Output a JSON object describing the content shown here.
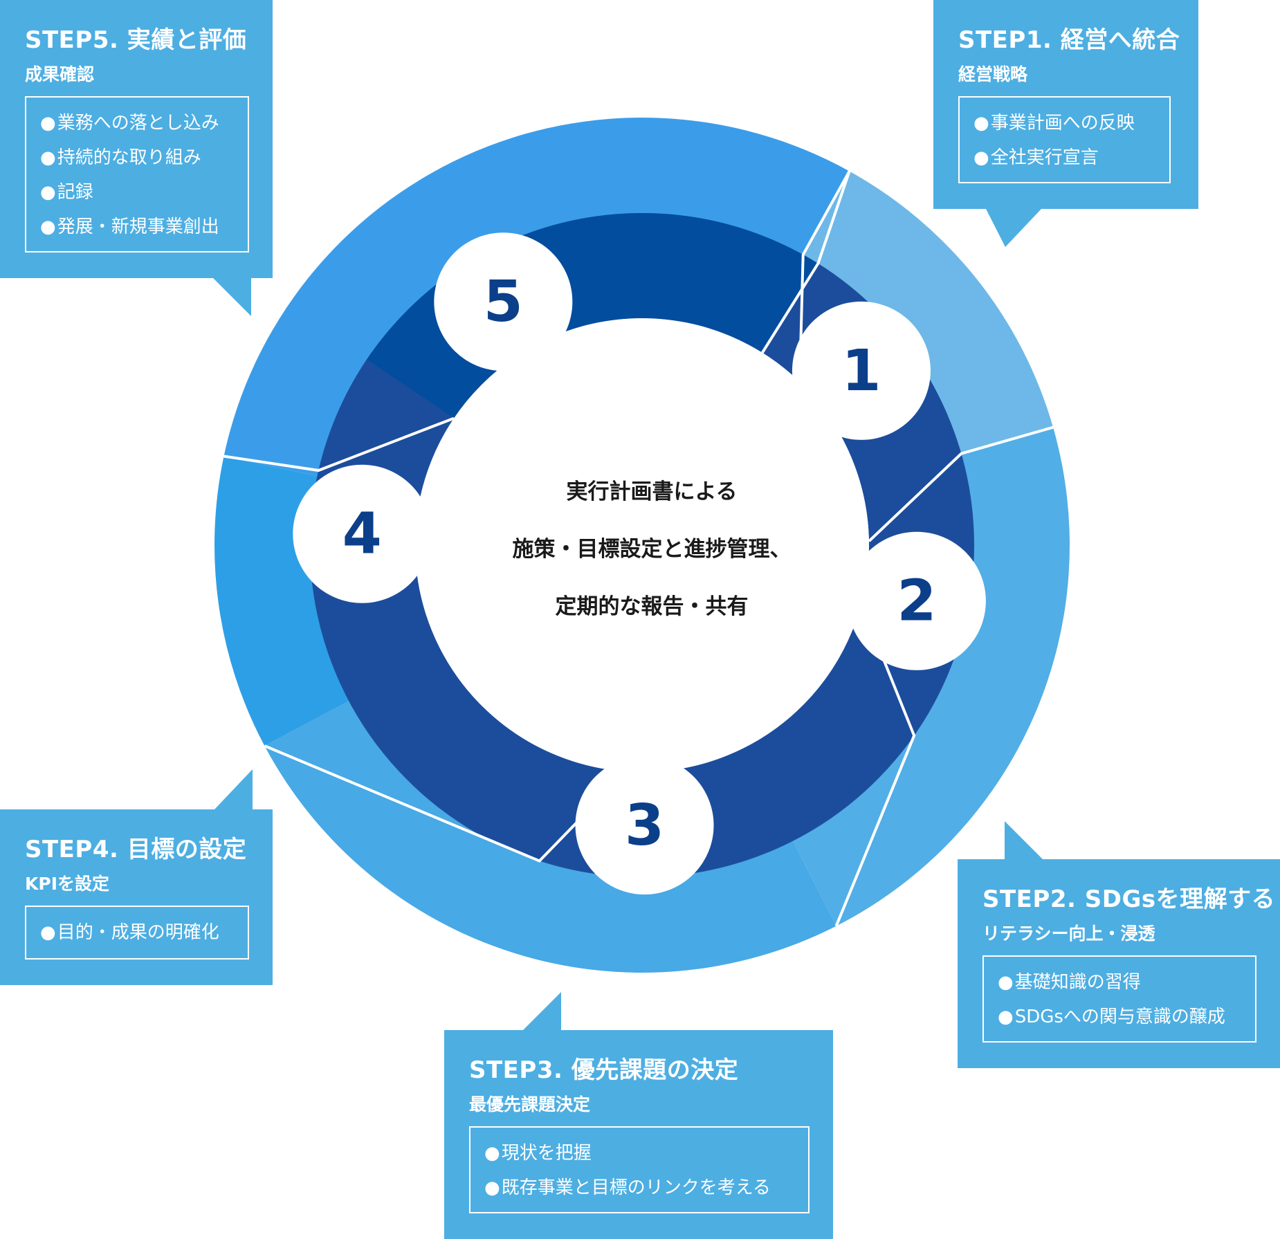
{
  "center": {
    "lines": [
      "実行計画書による",
      "施策・目標設定と進捗管理、",
      "定期的な報告・共有"
    ]
  },
  "numbers": [
    "1",
    "2",
    "3",
    "4",
    "5"
  ],
  "bullet": "●",
  "steps": [
    {
      "title": "STEP1. 経営へ統合",
      "subtitle": "経営戦略",
      "items": [
        "事業計画への反映",
        "全社実行宣言"
      ]
    },
    {
      "title": "STEP2. SDGsを理解する",
      "subtitle": "リテラシー向上・浸透",
      "items": [
        "基礎知識の習得",
        "SDGsへの関与意識の醸成"
      ]
    },
    {
      "title": "STEP3. 優先課題の決定",
      "subtitle": "最優先課題決定",
      "items": [
        "現状を把握",
        "既存事業と目標のリンクを考える"
      ]
    },
    {
      "title": "STEP4. 目標の設定",
      "subtitle": "KPIを設定",
      "items": [
        "目的・成果の明確化"
      ]
    },
    {
      "title": "STEP5. 実績と評価",
      "subtitle": "成果確認",
      "items": [
        "業務への落とし込み",
        "持続的な取り組み",
        "記録",
        "発展・新規事業創出"
      ]
    }
  ],
  "colors": {
    "box": "#4daee2",
    "outer_segments": [
      "#6db8e8",
      "#52aee6",
      "#47a9e5",
      "#2d9fe6",
      "#3b9de9"
    ],
    "inner_ring": "#1c4d9c",
    "inner_ring_top": "#034d9e",
    "number": "#0c3f8a"
  }
}
